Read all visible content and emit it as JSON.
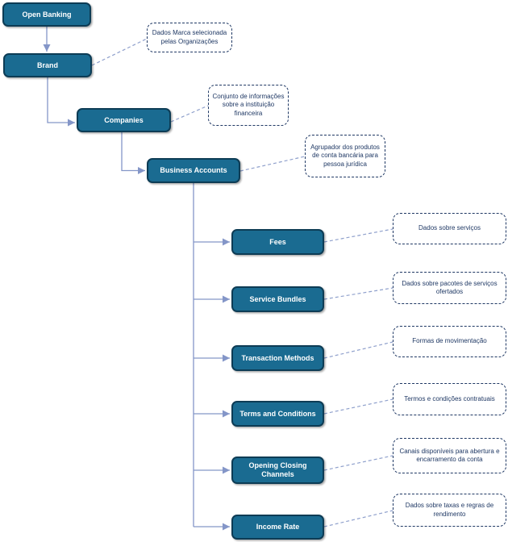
{
  "diagram_type": "hierarchy-flowchart",
  "colors": {
    "node_fill": "#1a6b91",
    "node_border": "#0d3c55",
    "node_text": "#ffffff",
    "connector": "#8496c8",
    "dashed_connector": "#8fa0cc",
    "annotation_border": "#1f3864",
    "annotation_text": "#1f3864",
    "background": "#ffffff"
  },
  "nodes": [
    {
      "label": "Open Banking"
    },
    {
      "label": "Brand"
    },
    {
      "label": "Companies"
    },
    {
      "label": "Business Accounts"
    },
    {
      "label": "Fees"
    },
    {
      "label": "Service Bundles"
    },
    {
      "label": "Transaction Methods"
    },
    {
      "label": "Terms and Conditions"
    },
    {
      "label": "Opening Closing Channels"
    },
    {
      "label": "Income Rate"
    }
  ],
  "annotations": [
    {
      "for": "Brand",
      "text": "Dados Marca selecionada pelas Organizações"
    },
    {
      "for": "Companies",
      "text": "Conjunto de informações sobre a instituição financeira"
    },
    {
      "for": "Business Accounts",
      "text": "Agrupador dos produtos de conta bancária para pessoa jurídica"
    },
    {
      "for": "Fees",
      "text": "Dados sobre serviços"
    },
    {
      "for": "Service Bundles",
      "text": "Dados sobre pacotes de serviços ofertados"
    },
    {
      "for": "Transaction Methods",
      "text": "Formas de movimentação"
    },
    {
      "for": "Terms and Conditions",
      "text": "Termos e condições contratuais"
    },
    {
      "for": "Opening Closing Channels",
      "text": "Canais disponíveis para abertura e encarramento da conta"
    },
    {
      "for": "Income Rate",
      "text": "Dados sobre taxas e regras de rendimento"
    }
  ],
  "edges": [
    {
      "from": "Open Banking",
      "to": "Brand"
    },
    {
      "from": "Brand",
      "to": "Companies"
    },
    {
      "from": "Companies",
      "to": "Business Accounts"
    },
    {
      "from": "Business Accounts",
      "to": "Fees"
    },
    {
      "from": "Business Accounts",
      "to": "Service Bundles"
    },
    {
      "from": "Business Accounts",
      "to": "Transaction Methods"
    },
    {
      "from": "Business Accounts",
      "to": "Terms and Conditions"
    },
    {
      "from": "Business Accounts",
      "to": "Opening Closing Channels"
    },
    {
      "from": "Business Accounts",
      "to": "Income Rate"
    }
  ]
}
